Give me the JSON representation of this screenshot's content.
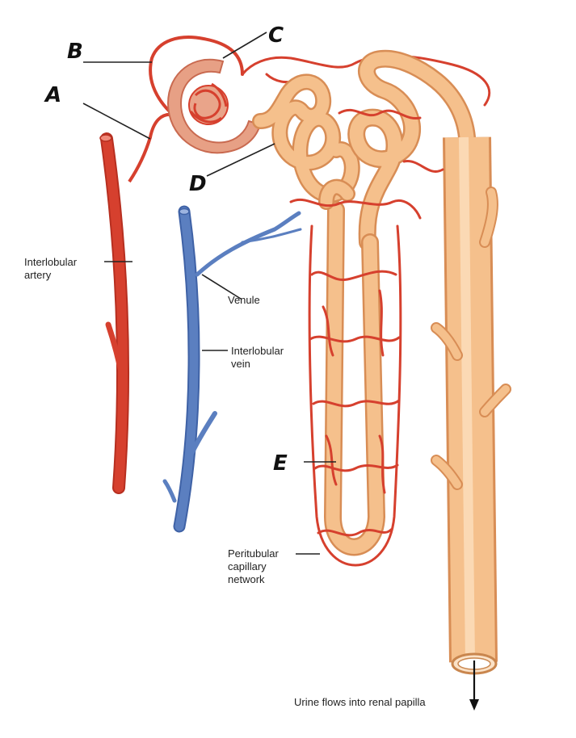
{
  "letters": {
    "a": "A",
    "b": "B",
    "c": "C",
    "d": "D",
    "e": "E"
  },
  "labels": {
    "interlobular_artery": [
      "Interlobular",
      "artery"
    ],
    "venule": "Venule",
    "interlobular_vein": [
      "Interlobular",
      "vein"
    ],
    "peritubular_network": [
      "Peritubular",
      "capillary",
      "network"
    ],
    "urine_flow": "Urine flows into renal papilla"
  },
  "colors": {
    "artery": "#d6402e",
    "vein": "#5b7fc0",
    "tubule": "#f5c08c",
    "tubule_outline": "#d88d55",
    "glomerulus": "#e7a085"
  }
}
